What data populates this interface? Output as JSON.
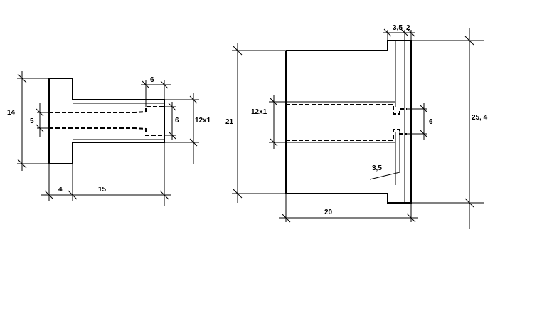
{
  "left_part": {
    "dims": {
      "height_head": "14",
      "bore_dia": "5",
      "thread_depth": "6",
      "thread_dia": "6",
      "thread_spec": "12x1",
      "head_width": "4",
      "shank_length": "15"
    }
  },
  "right_part": {
    "dims": {
      "step_a": "3,5",
      "step_b": "2",
      "body_height": "21",
      "thread_spec": "12x1",
      "groove_dia": "6",
      "outer_dia": "25, 4",
      "leader_value": "3,5",
      "body_length": "20"
    }
  }
}
